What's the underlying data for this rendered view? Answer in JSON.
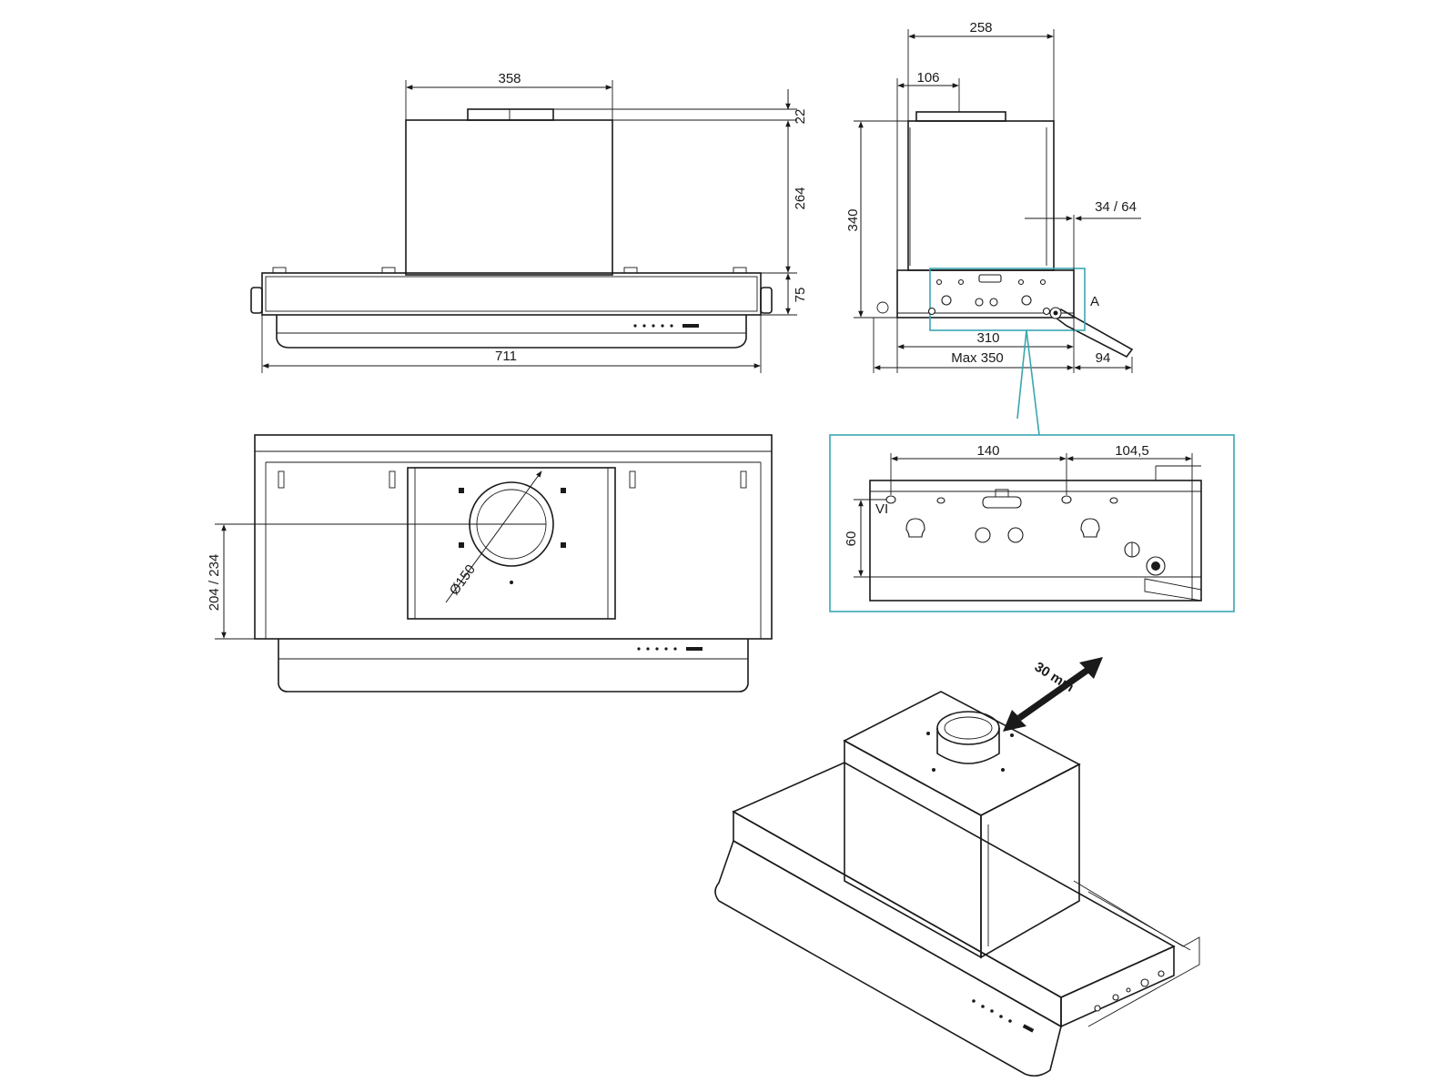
{
  "colors": {
    "line": "#1a1a1a",
    "detail_frame": "#3aa6b0",
    "body_fill": "#93bed1"
  },
  "front_view": {
    "width_top_box": "358",
    "height_collar": "22",
    "height_box": "264",
    "height_base": "75",
    "width_total": "711"
  },
  "side_view": {
    "depth_box": "258",
    "offset_collar": "106",
    "height_total": "340",
    "slide_travel": "34 / 64",
    "detail_marker": "A",
    "depth_base": "310",
    "depth_max": "Max 350",
    "depth_front": "94"
  },
  "detail_a": {
    "spacing_left": "140",
    "spacing_right": "104,5",
    "height_holes": "60"
  },
  "top_view": {
    "outlet_diameter": "Ø150",
    "depth_range": "204 / 234"
  },
  "iso_view": {
    "adjustment_label": "30 mm"
  }
}
